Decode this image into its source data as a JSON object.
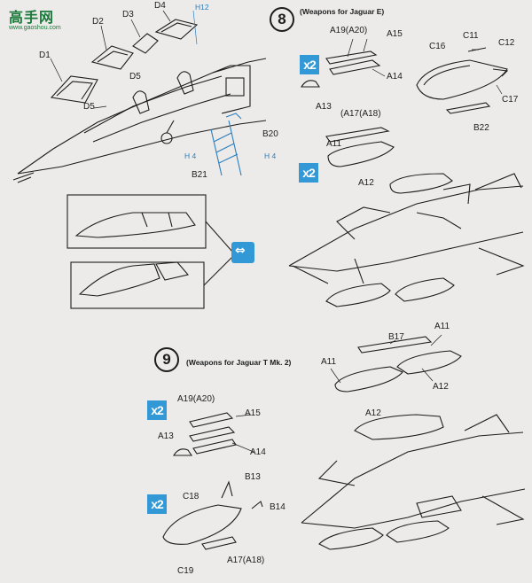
{
  "logo": {
    "text_cn": "高手网",
    "url": "www.gaoshou.com"
  },
  "step8": {
    "number": "8",
    "title": "(Weapons for Jaguar E)"
  },
  "step9": {
    "number": "9",
    "title": "(Weapons for Jaguar T Mk. 2)"
  },
  "badge_text": "x2",
  "parts": {
    "D1": "D1",
    "D2": "D2",
    "D3": "D3",
    "D4": "D4",
    "D5a": "D5",
    "D5b": "D5",
    "H12": "H12",
    "H4a": "H 4",
    "H4b": "H 4",
    "B20": "B20",
    "B21": "B21",
    "s8_A19": "A19(A20)",
    "s8_A15": "A15",
    "s8_A14": "A14",
    "s8_A13": "A13",
    "s8_C16": "C16",
    "s8_C11": "C11",
    "s8_C12": "C12",
    "s8_C17": "C17",
    "s8_B22": "B22",
    "s8_A17": "(A17(A18)",
    "s8_A11": "A11",
    "s8_A12": "A12",
    "s9_B17": "B17",
    "s9_A11a": "A11",
    "s9_A11b": "A11",
    "s9_A12a": "A12",
    "s9_A12b": "A12",
    "s9_A19": "A19(A20)",
    "s9_A15": "A15",
    "s9_A13": "A13",
    "s9_A14": "A14",
    "s9_B13": "B13",
    "s9_C18": "C18",
    "s9_B14": "B14",
    "s9_C19": "C19",
    "s9_A17": "A17(A18)"
  },
  "colors": {
    "accent_blue": "#3399d6",
    "ink": "#1d1d1d",
    "paper": "#ecebea",
    "logo_green": "#1a7a3a"
  },
  "icons": {
    "swap": "swap-arrows-icon"
  }
}
